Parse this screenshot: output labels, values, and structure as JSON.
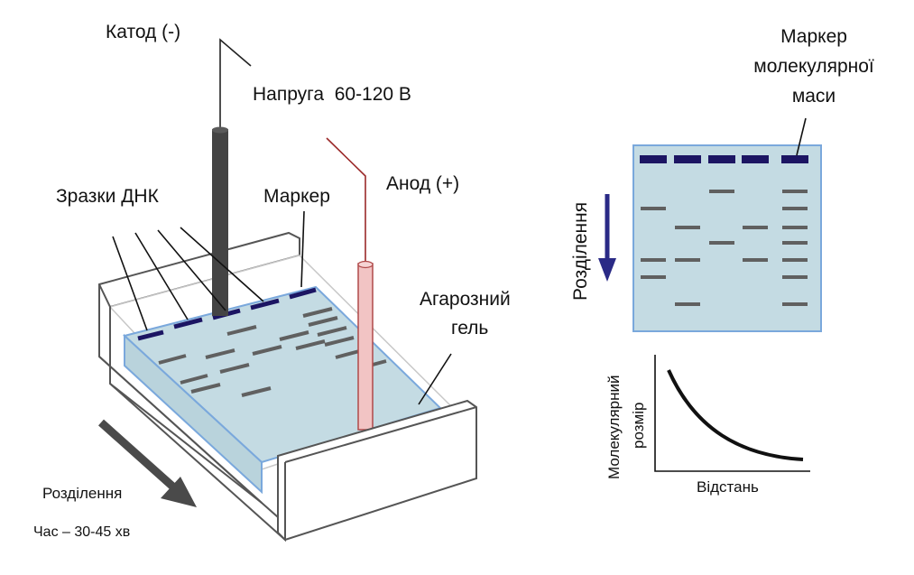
{
  "apparatus": {
    "cathode_label": "Катод (-)",
    "voltage_label": "Напруга  60-120 В",
    "anode_label": "Анод (+)",
    "samples_label": "Зразки ДНК",
    "marker_label": "Маркер",
    "gel_label_line1": "Агарозний",
    "gel_label_line2": "гель",
    "separation_label": "Розділення",
    "time_label": "Час – 30-45 хв"
  },
  "gel_panel": {
    "title_line1": "Маркер",
    "title_line2": "молекулярної",
    "title_line3": "маси",
    "separation_label": "Розділення"
  },
  "size_chart": {
    "ylabel_line1": "Молекулярний",
    "ylabel_line2": "розмір",
    "xlabel": "Відстань"
  },
  "colors": {
    "gel": "#c4dbe3",
    "gel_border": "#7aa8dc",
    "well": "#1c1563",
    "band": "#606060",
    "cathode": "#444444",
    "anode_wire": "#9b2a2a",
    "anode_rod": "#f2c4c4",
    "arrow_blue": "#2a2a86",
    "arrow_gray": "#4a4a4a"
  }
}
